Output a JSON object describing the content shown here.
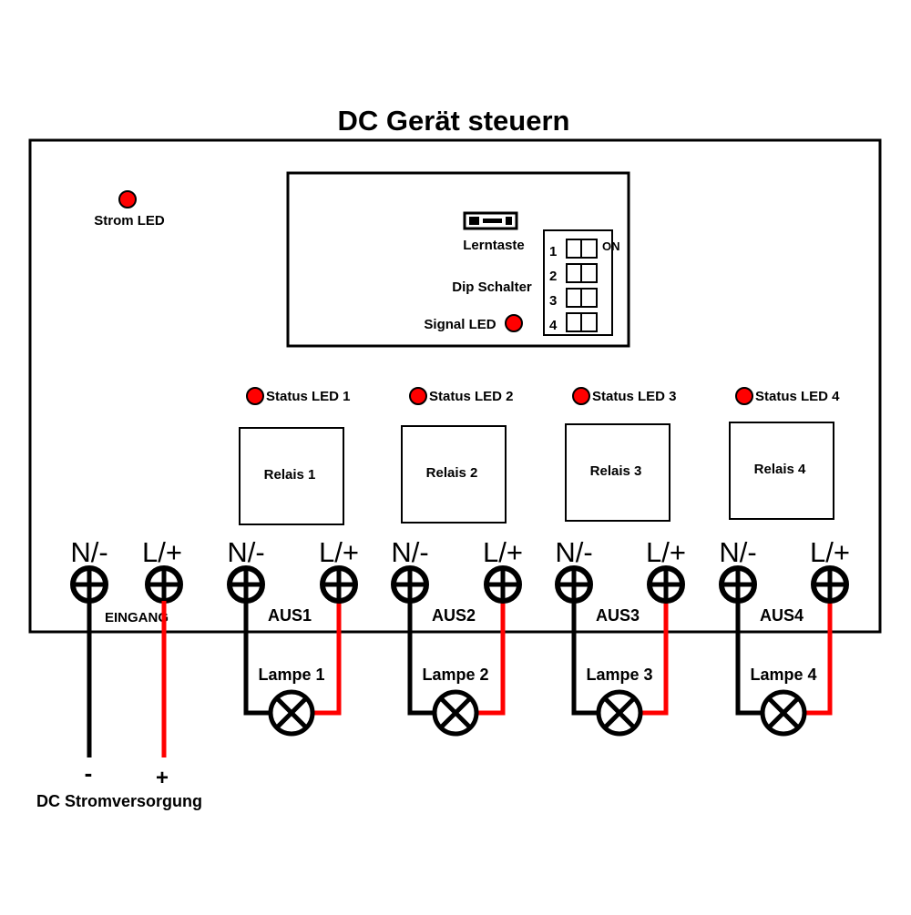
{
  "title": "DC Gerät steuern",
  "strom_led_label": "Strom LED",
  "controller": {
    "learn_button_label": "Lerntaste",
    "dip_switch_label": "Dip Schalter",
    "signal_led_label": "Signal LED",
    "dip_numbers": [
      "1",
      "2",
      "3",
      "4"
    ],
    "dip_on_label": "ON"
  },
  "channels": [
    {
      "status_led": "Status LED 1",
      "relay": "Relais 1",
      "output": "AUS1",
      "lamp": "Lampe 1"
    },
    {
      "status_led": "Status LED 2",
      "relay": "Relais 2",
      "output": "AUS2",
      "lamp": "Lampe 2"
    },
    {
      "status_led": "Status LED 3",
      "relay": "Relais 3",
      "output": "AUS3",
      "lamp": "Lampe 3"
    },
    {
      "status_led": "Status LED 4",
      "relay": "Relais 4",
      "output": "AUS4",
      "lamp": "Lampe 4"
    }
  ],
  "terminal_labels": {
    "neutral": "N/-",
    "live": "L/+"
  },
  "input": {
    "label": "EINGANG",
    "minus_sign": "-",
    "plus_sign": "+",
    "supply_label": "DC Stromversorgung"
  },
  "colors": {
    "led": "#ff0000",
    "wire_negative": "#000000",
    "wire_positive": "#ff0000"
  }
}
